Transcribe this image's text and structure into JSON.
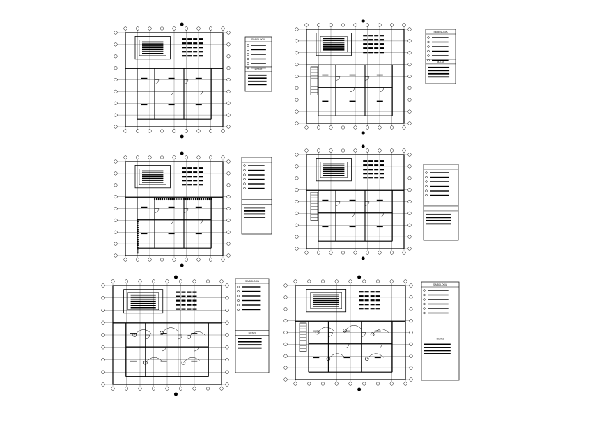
{
  "page": {
    "background": "#ffffff",
    "ink": "#000000"
  },
  "sheets": [
    {
      "id": "plan-1",
      "legend_titles": [
        "SIMBOLOGIA",
        "NOTAS"
      ]
    },
    {
      "id": "plan-2",
      "legend_titles": [
        "SIMBOLOGIA",
        "NOTAS"
      ]
    },
    {
      "id": "plan-3",
      "legend_titles": [
        "",
        ""
      ]
    },
    {
      "id": "plan-4",
      "legend_titles": [
        "",
        ""
      ]
    },
    {
      "id": "plan-5",
      "legend_titles": [
        "SIMBOLOGIA",
        "NOTAS"
      ]
    },
    {
      "id": "plan-6",
      "legend_titles": [
        "SIMBOLOGIA",
        "NOTAS"
      ]
    }
  ]
}
